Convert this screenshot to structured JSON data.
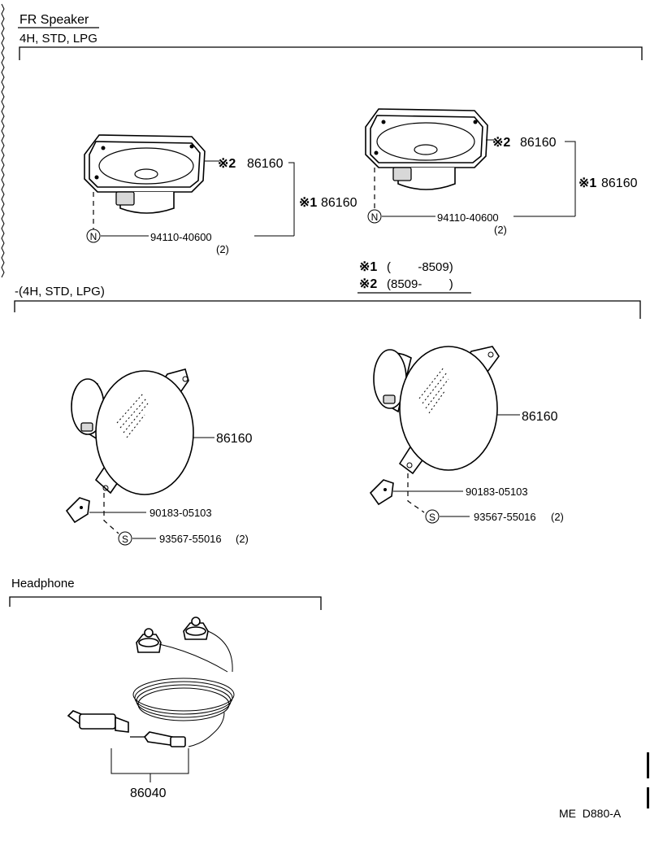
{
  "sections": {
    "top": {
      "title": "FR  Speaker",
      "condition": "4H, STD, LPG"
    },
    "middle": {
      "condition": "-(4H, STD, LPG)"
    },
    "bottom": {
      "title": "Headphone"
    }
  },
  "callouts": {
    "top_left": {
      "mark2_part": "86160",
      "mark1_part": "86160",
      "nut_part": "94110-40600",
      "nut_qty": "(2)"
    },
    "top_right": {
      "mark2_part": "86160",
      "mark1_part": "86160",
      "nut_part": "94110-40600",
      "nut_qty": "(2)"
    },
    "mid_left": {
      "speaker_part": "86160",
      "clip_part": "90183-05103",
      "screw_part": "93567-55016",
      "screw_qty": "(2)"
    },
    "mid_right": {
      "speaker_part": "86160",
      "clip_part": "90183-05103",
      "screw_part": "93567-55016",
      "screw_qty": "(2)"
    },
    "headphone": {
      "part": "86040"
    }
  },
  "legend": {
    "mark1_prefix": "※1",
    "mark1_range": "(        -8509)",
    "mark2_prefix": "※2",
    "mark2_range": "(8509-        )"
  },
  "symbols": {
    "note": "※2",
    "note1": "※1",
    "nut": "N",
    "screw": "S"
  },
  "footer": {
    "code": "ME  D880-A"
  }
}
